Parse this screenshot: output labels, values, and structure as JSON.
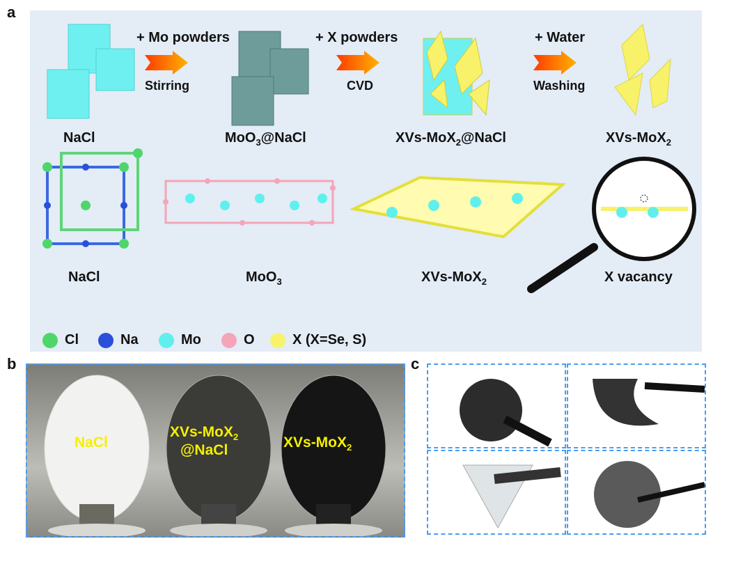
{
  "panels": {
    "a": "a",
    "b": "b",
    "c": "c"
  },
  "steps": [
    {
      "top": "+ Mo powders",
      "bottom": "Stirring"
    },
    {
      "top": "+ X powders",
      "bottom": "CVD"
    },
    {
      "top": "+ Water",
      "bottom": "Washing"
    }
  ],
  "products": {
    "p1": "NaCl",
    "p2a": "MoO",
    "p2sub": "3",
    "p2b": "@NaCl",
    "p3a": "XVs-MoX",
    "p3sub": "2",
    "p3b": "@NaCl",
    "p4a": "XVs-MoX",
    "p4sub": "2"
  },
  "structures": {
    "s1": "NaCl",
    "s2a": "MoO",
    "s2sub": "3",
    "s3a": "XVs-MoX",
    "s3sub": "2",
    "s4": "X vacancy"
  },
  "legend": [
    {
      "label": "Cl",
      "color": "#4fd66a"
    },
    {
      "label": "Na",
      "color": "#2a4fd8"
    },
    {
      "label": "Mo",
      "color": "#5ff0ee"
    },
    {
      "label": "O",
      "color": "#f4a5b8"
    },
    {
      "label": "X (X=Se, S)",
      "color": "#f7f26a"
    }
  ],
  "photo_b": {
    "l1": "NaCl",
    "l2a": "XVs-MoX",
    "l2sub": "2",
    "l2c": "@NaCl",
    "l3a": "XVs-MoX",
    "l3sub": "2"
  }
}
